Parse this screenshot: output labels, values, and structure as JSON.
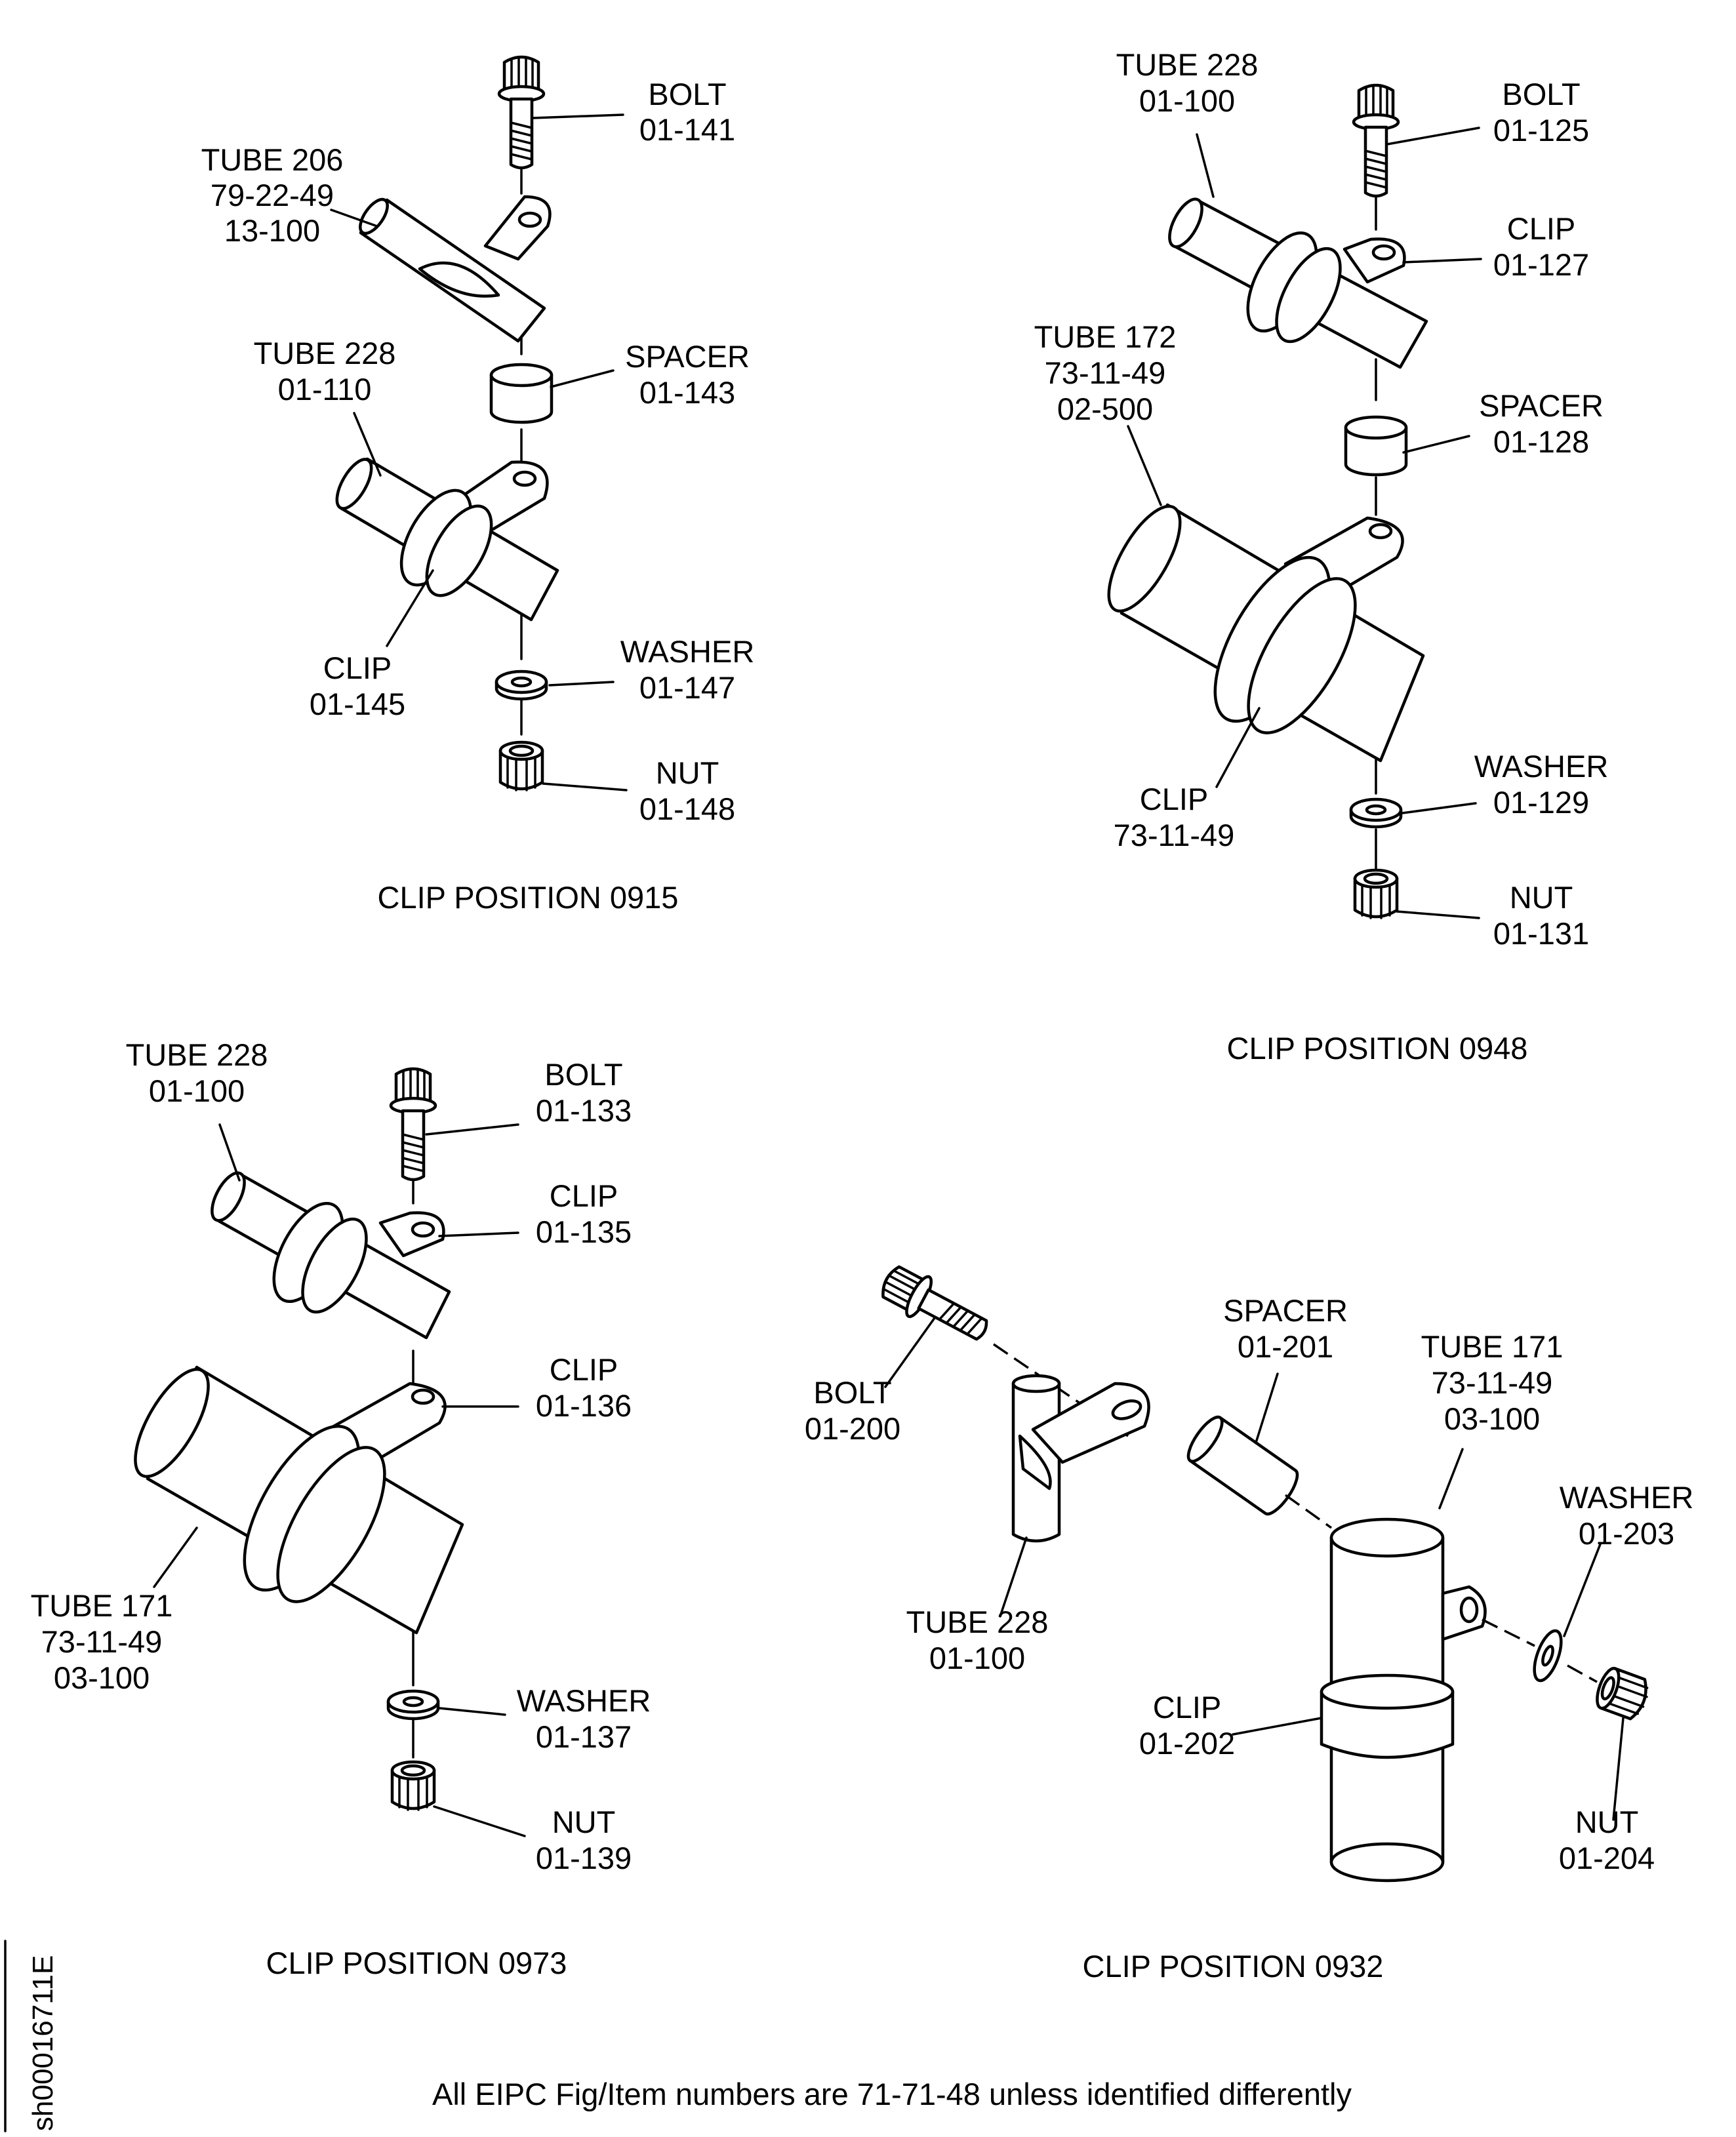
{
  "doc_id": "sh00016711E",
  "footnote": "All EIPC Fig/Item numbers are 71-71-48 unless identified differently",
  "views": [
    {
      "caption": "CLIP POSITION 0915",
      "labels": [
        {
          "title": "BOLT",
          "line2": "01-141"
        },
        {
          "title": "TUBE 206",
          "line2": "79-22-49",
          "line3": "13-100"
        },
        {
          "title": "TUBE 228",
          "line2": "01-110"
        },
        {
          "title": "SPACER",
          "line2": "01-143"
        },
        {
          "title": "CLIP",
          "line2": "01-145"
        },
        {
          "title": "WASHER",
          "line2": "01-147"
        },
        {
          "title": "NUT",
          "line2": "01-148"
        }
      ]
    },
    {
      "caption": "CLIP POSITION 0948",
      "labels": [
        {
          "title": "TUBE 228",
          "line2": "01-100"
        },
        {
          "title": "BOLT",
          "line2": "01-125"
        },
        {
          "title": "CLIP",
          "line2": "01-127"
        },
        {
          "title": "TUBE 172",
          "line2": "73-11-49",
          "line3": "02-500"
        },
        {
          "title": "SPACER",
          "line2": "01-128"
        },
        {
          "title": "CLIP",
          "line2": "73-11-49"
        },
        {
          "title": "WASHER",
          "line2": "01-129"
        },
        {
          "title": "NUT",
          "line2": "01-131"
        }
      ]
    },
    {
      "caption": "CLIP POSITION 0973",
      "labels": [
        {
          "title": "TUBE 228",
          "line2": "01-100"
        },
        {
          "title": "BOLT",
          "line2": "01-133"
        },
        {
          "title": "CLIP",
          "line2": "01-135"
        },
        {
          "title": "CLIP",
          "line2": "01-136"
        },
        {
          "title": "TUBE 171",
          "line2": "73-11-49",
          "line3": "03-100"
        },
        {
          "title": "WASHER",
          "line2": "01-137"
        },
        {
          "title": "NUT",
          "line2": "01-139"
        }
      ]
    },
    {
      "caption": "CLIP POSITION 0932",
      "labels": [
        {
          "title": "BOLT",
          "line2": "01-200"
        },
        {
          "title": "SPACER",
          "line2": "01-201"
        },
        {
          "title": "TUBE 171",
          "line2": "73-11-49",
          "line3": "03-100"
        },
        {
          "title": "WASHER",
          "line2": "01-203"
        },
        {
          "title": "TUBE 228",
          "line2": "01-100"
        },
        {
          "title": "CLIP",
          "line2": "01-202"
        },
        {
          "title": "NUT",
          "line2": "01-204"
        }
      ]
    }
  ]
}
